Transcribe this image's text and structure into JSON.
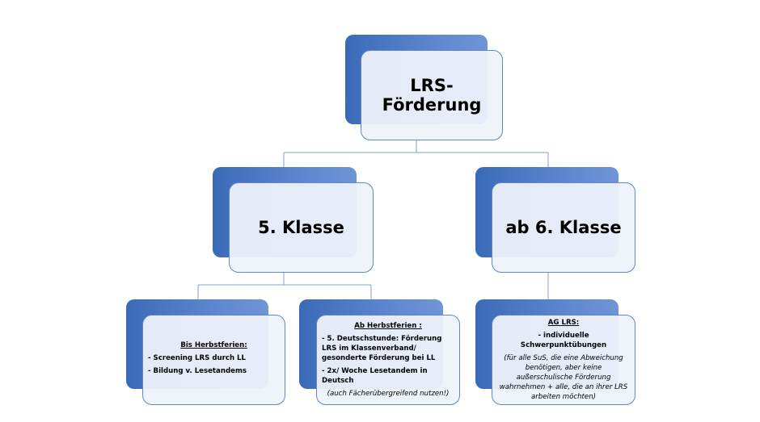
{
  "diagram": {
    "root": {
      "title": "LRS-Förderung"
    },
    "branch_left": {
      "title": "5. Klasse"
    },
    "branch_right": {
      "title": "ab 6. Klasse"
    },
    "leaf_left": {
      "heading": "Bis Herbstferien:",
      "items": [
        "- Screening LRS durch LL",
        "- Bildung v. Lesetandems"
      ]
    },
    "leaf_middle": {
      "heading": "Ab Herbstferien :",
      "items": [
        "- 5. Deutschstunde: Förderung LRS im Klassenverband/ gesonderte Förderung bei LL",
        "- 2x/ Woche Lesetandem in Deutsch"
      ],
      "note": "(auch Fächerübergreifend nutzen!)"
    },
    "leaf_right": {
      "heading": "AG LRS:",
      "items": [
        "- individuelle Schwerpunktübungen"
      ],
      "note": "(für alle SuS, die eine Abweichung benötigen, aber keine außerschulische Förderung wahrnehmen + alle, die an ihrer LRS arbeiten möchten)"
    },
    "colors": {
      "box_blue": "#3a6ab7",
      "box_border": "#5f87c9",
      "box_fill": "#eef2fa",
      "connector": "#7f9fd0"
    }
  }
}
